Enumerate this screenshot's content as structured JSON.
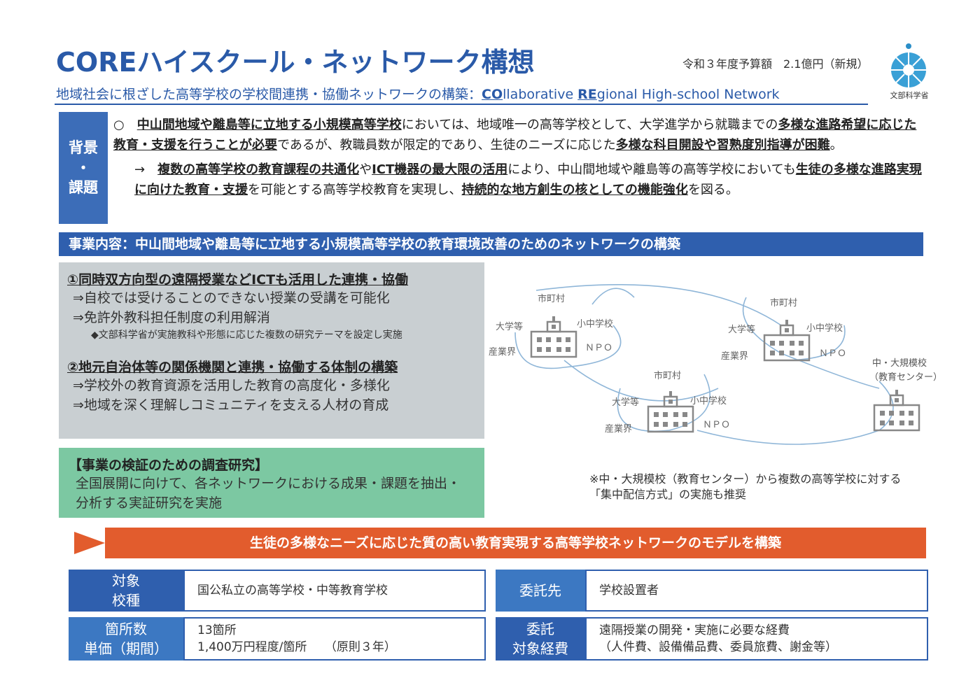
{
  "header": {
    "title": "COREハイスクール・ネットワーク構想",
    "budget": "令和３年度予算額　2.1億円（新規）",
    "subtitle_prefix": "地域社会に根ざした高等学校の学校間連携・協働ネットワークの構築：",
    "subtitle_co": "CO",
    "subtitle_llaborative": "llaborative ",
    "subtitle_re": "RE",
    "subtitle_rest": "gional High-school Network",
    "ministry": "文部科学省"
  },
  "background": {
    "label_1": "背景",
    "label_dot": "・",
    "label_2": "課題",
    "p1": {
      "bullet": "○　",
      "a": "中山間地域や離島等に立地する小規模高等学校",
      "b": "においては、地域唯一の高等学校として、大学進学から就職までの",
      "c": "多様な進路希望に応じた教育・支援を行うことが必要",
      "d": "であるが、教職員数が限定的であり、生徒のニーズに応じた",
      "e": "多様な科目開設や習熟度別指導が困難",
      "f": "。"
    },
    "p2": {
      "arrow": "→　",
      "a": "複数の高等学校の教育課程の共通化",
      "b": "や",
      "c": "ICT機器の最大限の活用",
      "d": "により、中山間地域や離島等の高等学校においても",
      "e": "生徒の多様な進路実現に向けた教育・支援",
      "f": "を可能とする高等学校教育を実現し、",
      "g": "持続的な地方創生の核としての機能強化",
      "h": "を図る。"
    }
  },
  "business_bar": "事業内容：中山間地域や離島等に立地する小規模高等学校の教育環境改善のためのネットワークの構築",
  "gray_box": {
    "h1": "①同時双方向型の遠隔授業などICTも活用した連携・協働",
    "l1": "⇒自校では受けることのできない授業の受講を可能化",
    "l2": "⇒免許外教科担任制度の利用解消",
    "s1": "◆文部科学省が実施教科や形態に応じた複数の研究テーマを設定し実施",
    "h2": "②地元自治体等の関係機関と連携・協働する体制の構築",
    "l3": "⇒学校外の教育資源を活用した教育の高度化・多様化",
    "l4": "⇒地域を深く理解しコミュニティを支える人材の育成"
  },
  "green_box": {
    "h": "【事業の検証のための調査研究】",
    "l1": "全国展開に向けて、各ネットワークにおける成果・課題を抽出・",
    "l2": "分析する実証研究を実施"
  },
  "diagram": {
    "city": "市町村",
    "univ": "大学等",
    "school": "小中学校",
    "industry": "産業界",
    "npo": "ＮＰＯ",
    "center_1": "中・大規模校",
    "center_2": "（教育センター）"
  },
  "note": {
    "l1": "※中・大規模校（教育センター）から複数の高等学校に対する",
    "l2": "「集中配信方式」の実施も推奨"
  },
  "arrow_bar": "生徒の多様なニーズに応じた質の高い教育実現する高等学校ネットワークのモデルを構築",
  "info": {
    "target_label_1": "対象",
    "target_label_2": "校種",
    "target_value": "国公私立の高等学校・中等教育学校",
    "count_label_1": "箇所数",
    "count_label_2": "単価（期間）",
    "count_value_1": "13箇所",
    "count_value_2": "1,400万円程度/箇所　　（原則３年）",
    "contractor_label": "委託先",
    "contractor_value": "学校設置者",
    "expense_label_1": "委託",
    "expense_label_2": "対象経費",
    "expense_value_1": "遠隔授業の開発・実施に必要な経費",
    "expense_value_2": "（人件費、設備備品費、委員旅費、謝金等）"
  },
  "colors": {
    "blue": "#2f5fae",
    "title_blue": "#2a5aa8",
    "orange": "#e25c2d",
    "green": "#7cc8a2",
    "gray": "#c9cfd2"
  }
}
